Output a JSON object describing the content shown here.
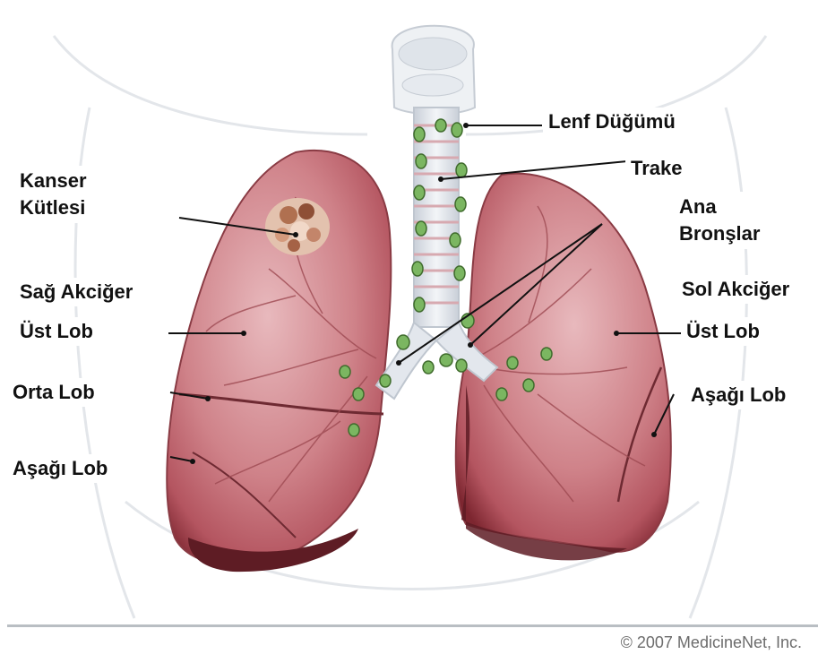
{
  "labels": {
    "lymph_node": "Lenf Düğümü",
    "trachea": "Trake",
    "main_bronchi_line1": "Ana",
    "main_bronchi_line2": "Bronşlar",
    "cancer_mass_line1": "Kanser",
    "cancer_mass_line2": "Kütlesi",
    "right_lung": "Sağ Akciğer",
    "right_upper_lobe": "Üst Lob",
    "middle_lobe": "Orta Lob",
    "right_lower_lobe": "Aşağı Lob",
    "left_lung": "Sol Akciğer",
    "left_upper_lobe": "Üst Lob",
    "left_lower_lobe": "Aşağı Lob"
  },
  "copyright": "© 2007 MedicineNet, Inc.",
  "colors": {
    "lung_fill": "#c97680",
    "lung_dark": "#8a2e38",
    "airway": "#e4e8ee",
    "lymph_node": "#6aa84f",
    "mass": "#a0522d"
  }
}
